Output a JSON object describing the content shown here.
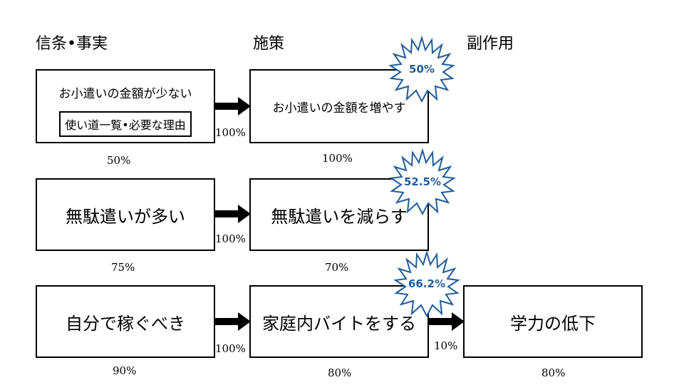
{
  "headers": {
    "beliefs": "信条•事実",
    "measures": "施策",
    "side_effects": "副作用"
  },
  "row1": {
    "belief": "お小遣いの金額が少ない",
    "belief_sub": "使い道一覧•必要な理由",
    "belief_pct": "50%",
    "arrow_pct": "100%",
    "measure": "お小遣いの金額を増やす",
    "measure_pct": "100%",
    "burst": "50%"
  },
  "row2": {
    "belief": "無駄遣いが多い",
    "belief_pct": "75%",
    "arrow_pct": "100%",
    "measure": "無駄遣いを減らす",
    "measure_pct": "70%",
    "burst": "52.5%"
  },
  "row3": {
    "belief": "自分で稼ぐべき",
    "belief_pct": "90%",
    "arrow_pct": "100%",
    "measure": "家庭内バイトをする",
    "measure_pct": "80%",
    "burst": "66.2%",
    "side_arrow_pct": "10%",
    "side_effect": "学力の低下",
    "side_effect_pct": "80%"
  },
  "colors": {
    "burst_stroke": "#1f5c99",
    "burst_text": "#1f5c99"
  }
}
